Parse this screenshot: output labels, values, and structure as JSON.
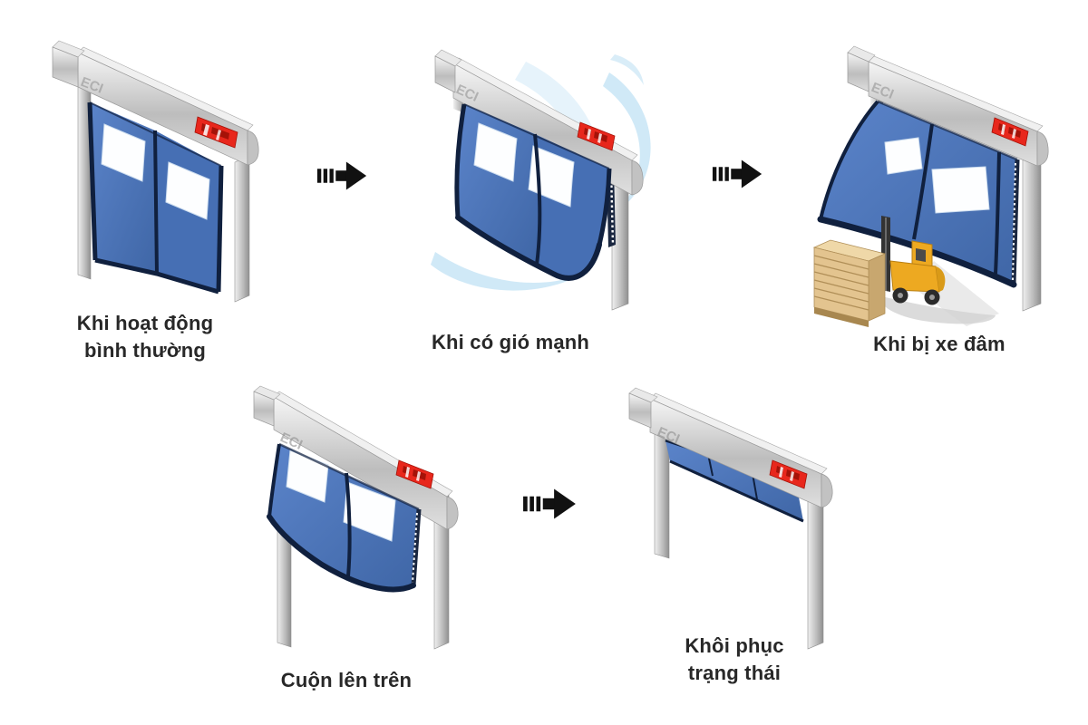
{
  "page": {
    "background": "#ffffff",
    "description_type": "door-state-diagram"
  },
  "diagram": {
    "watermark": "ECI",
    "panels": [
      {
        "id": "normal-operation",
        "caption_line1": "Khi hoạt động",
        "caption_line2": "bình thường"
      },
      {
        "id": "strong-wind",
        "caption_line1": "Khi có gió mạnh"
      },
      {
        "id": "vehicle-impact",
        "caption_line1": "Khi bị xe đâm"
      },
      {
        "id": "roll-up",
        "caption_line1": "Cuộn lên trên"
      },
      {
        "id": "restore-state",
        "caption_line1": "Khôi phục",
        "caption_line2": "trạng thái"
      }
    ],
    "colors": {
      "curtain_blue": "#4a73ba",
      "curtain_dark_trim": "#10203e",
      "frame_silver": "#c6c6c6",
      "sign_red": "#e8271c",
      "wind_blue": "#c4e4f5",
      "forklift_yellow": "#eda921",
      "crate_tan": "#e3c48f",
      "caption_text": "#282828",
      "arrow_black": "#111111"
    }
  }
}
